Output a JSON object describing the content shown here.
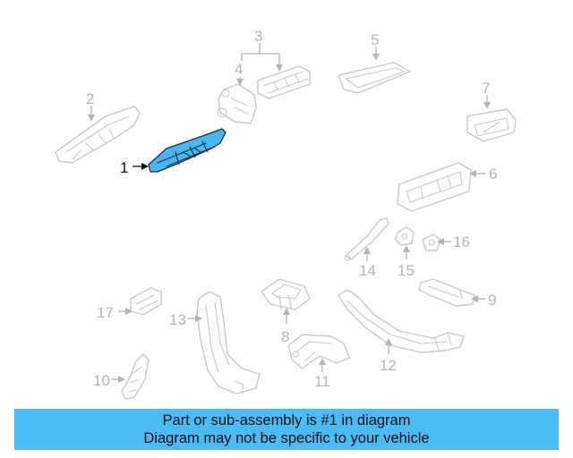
{
  "diagram": {
    "highlighted_part": "1",
    "callouts": [
      "1",
      "2",
      "3",
      "4",
      "5",
      "6",
      "7",
      "8",
      "9",
      "10",
      "11",
      "12",
      "13",
      "14",
      "15",
      "16",
      "17"
    ]
  },
  "banner": {
    "line1": "Part or sub-assembly is #1 in diagram",
    "line2": "Diagram may not be specific to your vehicle"
  },
  "colors": {
    "highlight": "#4ab6ee",
    "banner": "#4bbaf5",
    "line_art": "#c8c8c8"
  }
}
